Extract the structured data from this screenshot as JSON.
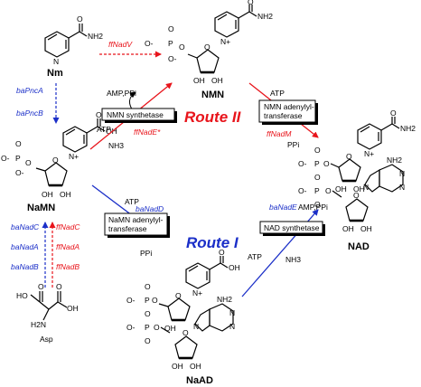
{
  "molecules": {
    "nm": "Nm",
    "nmn": "NMN",
    "namn": "NaMN",
    "nad": "NAD",
    "naad": "NaAD",
    "asp": "Asp"
  },
  "routes": {
    "route2": "Route II",
    "route1": "Route I"
  },
  "enzymes": {
    "ff_nadv": "ffNadV",
    "ba_pnca": "baPncA",
    "ba_pncb": "baPncB",
    "ff_nade_star": "ffNadE*",
    "ff_nadm": "ffNadM",
    "ba_nadd": "baNadD",
    "ba_nade": "baNadE",
    "ba_nadc": "baNadC",
    "ba_nada": "baNadA",
    "ba_nadb": "baNadB",
    "ff_nadc": "ffNadC",
    "ff_nada": "ffNadA",
    "ff_nadb": "ffNadB"
  },
  "boxes": {
    "nmn_synthetase": "NMN synthetase",
    "nmn_adenylyl_1": "NMN adenylyl-",
    "nmn_adenylyl_2": "transferase",
    "namn_adenylyl_1": "NaMN adenylyl-",
    "namn_adenylyl_2": "transferase",
    "nad_synthetase": "NAD synthetase"
  },
  "cofactors": {
    "amp_ppi_1": "AMP,PPi",
    "atp_1": "ATP",
    "nh3_1": "NH3",
    "atp_2": "ATP",
    "ppi_2": "PPi",
    "atp_3": "ATP",
    "ppi_3": "PPi",
    "amp_ppi_4": "AMP,PPi",
    "atp_4": "ATP",
    "nh3_4": "NH3"
  },
  "atoms": {
    "nh2": "NH2",
    "oh": "OH",
    "o": "O",
    "o_minus": "O-",
    "p": "P",
    "n": "N",
    "n_plus": "N+",
    "ho": "HO",
    "h2n": "H2N"
  },
  "colors": {
    "red": "#e8141b",
    "blue": "#1b2fc8",
    "black": "#000000"
  }
}
